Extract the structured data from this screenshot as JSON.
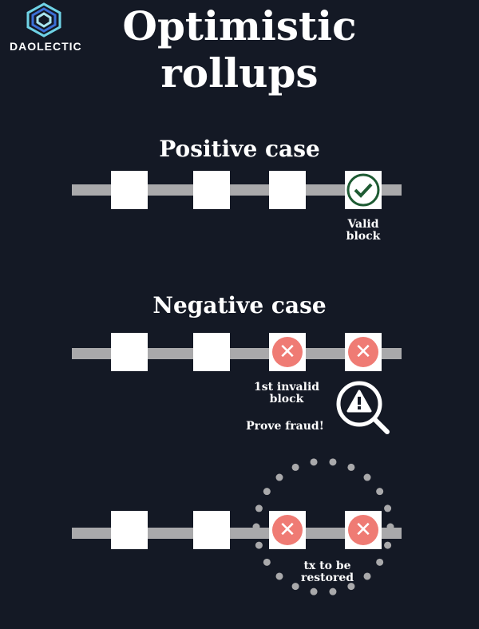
{
  "brand": {
    "name": "DAOLECTIC"
  },
  "title": {
    "line1": "Optimistic",
    "line2": "rollups"
  },
  "positive": {
    "heading": "Positive case",
    "valid_label_1": "Valid",
    "valid_label_2": "block"
  },
  "negative": {
    "heading": "Negative case",
    "invalid_label_1": "1st invalid",
    "invalid_label_2": "block",
    "prove": "Prove fraud!"
  },
  "restore": {
    "label_1": "tx to be",
    "label_2": "restored"
  },
  "colors": {
    "background": "#141925",
    "invalid": "#ef7b74",
    "valid": "#1e5b33",
    "bar": "#a9a9ab"
  }
}
